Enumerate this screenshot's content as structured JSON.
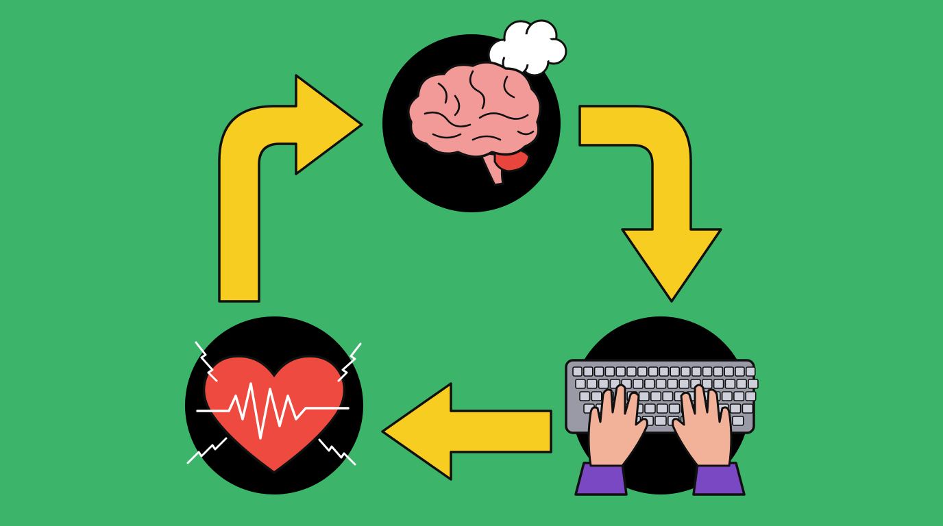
{
  "diagram": {
    "type": "cycle",
    "nodes": [
      {
        "id": "brain",
        "icon": "brain-icon",
        "extra_icon": "thought-cloud-icon"
      },
      {
        "id": "keyboard",
        "icon": "keyboard-with-hands-icon"
      },
      {
        "id": "heart",
        "icon": "heart-with-heartbeat-icon"
      }
    ],
    "edges": [
      {
        "from": "brain",
        "to": "keyboard"
      },
      {
        "from": "keyboard",
        "to": "heart"
      },
      {
        "from": "heart",
        "to": "brain"
      }
    ]
  },
  "colors": {
    "background": "#3cb56b",
    "arrow": "#f8cd22",
    "outline": "#101010",
    "circle": "#000000",
    "brain": "#f29a98",
    "brain_stem": "#e8453c",
    "heart": "#ee4a40",
    "heartbeat": "#ffffff",
    "keyboard": "#9a9aa6",
    "keys": "#cdd0da",
    "skin": "#f2b29a",
    "sleeve": "#7a48c2",
    "cloud": "#ffffff"
  }
}
